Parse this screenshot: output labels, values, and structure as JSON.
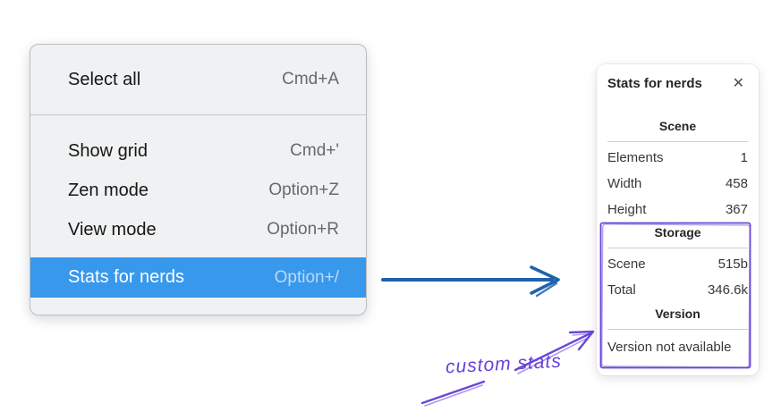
{
  "context_menu": {
    "items": [
      {
        "label": "Select all",
        "shortcut": "Cmd+A"
      },
      {
        "label": "Show grid",
        "shortcut": "Cmd+'"
      },
      {
        "label": "Zen mode",
        "shortcut": "Option+Z"
      },
      {
        "label": "View mode",
        "shortcut": "Option+R"
      },
      {
        "label": "Stats for nerds",
        "shortcut": "Option+/"
      }
    ],
    "selected_item": "Stats for nerds",
    "highlight_color": "#3898ec"
  },
  "stats_panel": {
    "title": "Stats for nerds",
    "close_icon": "✕",
    "scene_section": {
      "heading": "Scene",
      "rows": [
        {
          "label": "Elements",
          "value": "1"
        },
        {
          "label": "Width",
          "value": "458"
        },
        {
          "label": "Height",
          "value": "367"
        }
      ]
    },
    "storage_section": {
      "heading": "Storage",
      "rows": [
        {
          "label": "Scene",
          "value": "515b"
        },
        {
          "label": "Total",
          "value": "346.6k"
        }
      ]
    },
    "version_section": {
      "heading": "Version",
      "note": "Version not available"
    }
  },
  "annotations": {
    "custom_stats_label": "custom stats",
    "purple_color": "#6741d9",
    "blue_arrow_color": "#1e62ab"
  }
}
